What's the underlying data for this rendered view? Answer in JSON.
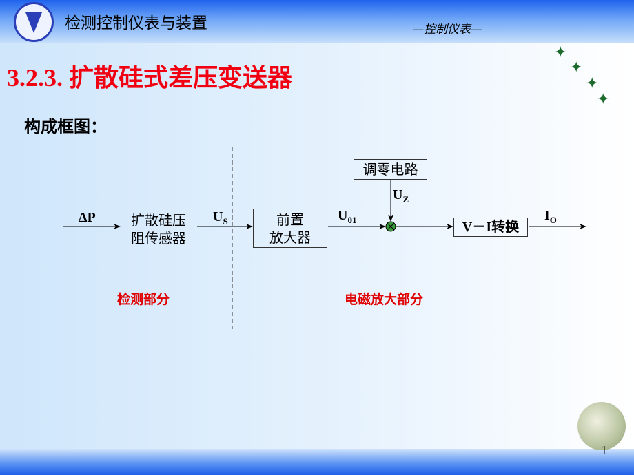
{
  "header": {
    "title": "检测控制仪表与装置",
    "subtitle": "—控制仪表—"
  },
  "slide": {
    "title": "3.2.3. 扩散硅式差压变送器",
    "subtitle": "构成框图：",
    "page": "1"
  },
  "diagram": {
    "input": "ΔP",
    "blocks": {
      "sensor": [
        "扩散硅压",
        "阻传感器"
      ],
      "preamp": [
        "前置",
        "放大器"
      ],
      "zero": "调零电路",
      "vi": "V－I转换"
    },
    "signals": {
      "us": "U",
      "us_sub": "S",
      "u01": "U",
      "u01_sub": "01",
      "uz": "U",
      "uz_sub": "Z",
      "io": "I",
      "io_sub": "O"
    },
    "sections": {
      "detect": "检测部分",
      "amp": "电磁放大部分"
    }
  }
}
